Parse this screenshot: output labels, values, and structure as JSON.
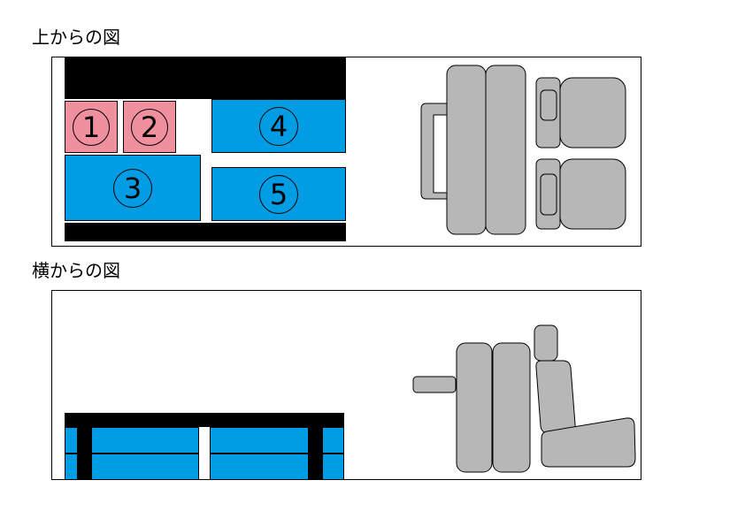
{
  "top_view": {
    "title": "上からの図",
    "boxes": [
      {
        "label": "1"
      },
      {
        "label": "2"
      },
      {
        "label": "3"
      },
      {
        "label": "4"
      },
      {
        "label": "5"
      }
    ]
  },
  "side_view": {
    "title": "横からの図"
  },
  "colors": {
    "pink_box": "#f0909e",
    "blue_box": "#009de4",
    "seat": "#b7b7b7",
    "bar": "#000000"
  }
}
